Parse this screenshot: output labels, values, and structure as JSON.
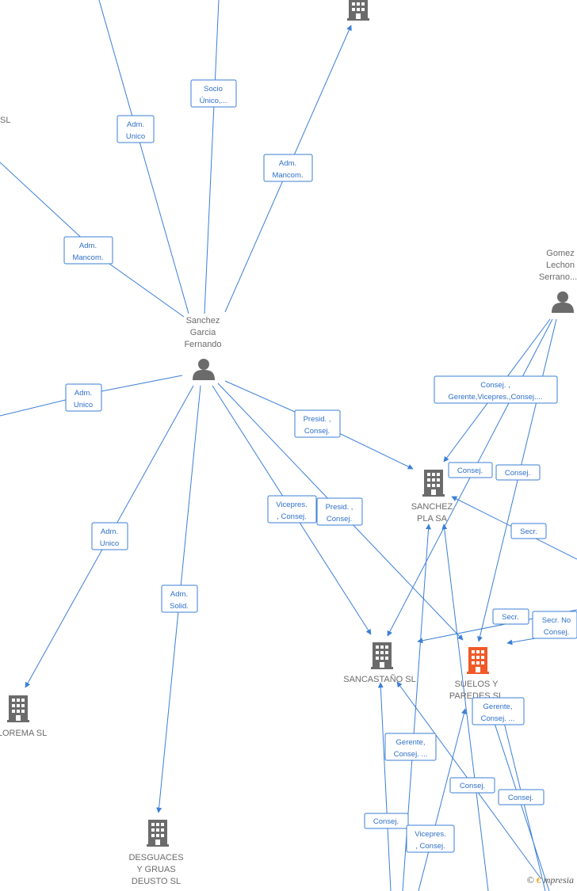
{
  "colors": {
    "edge": "#3b7fd6",
    "company_icon": "#6b6b6b",
    "company_highlight": "#f05a28",
    "person_icon": "#6b6b6b",
    "label_text": "#6b6b6b",
    "box_border": "#3b7fd6",
    "box_text": "#2f6fc9"
  },
  "nodes": [
    {
      "id": "sanchez_garcia",
      "type": "person",
      "icon": "person-icon",
      "label": [
        "Sanchez",
        "Garcia",
        "Fernando"
      ]
    },
    {
      "id": "gomez_lechon",
      "type": "person",
      "icon": "person-icon",
      "label": [
        "Gomez",
        "Lechon",
        "Serrano..."
      ]
    },
    {
      "id": "top_company",
      "type": "company",
      "icon": "building-icon",
      "label": []
    },
    {
      "id": "sanchez_pla",
      "type": "company",
      "icon": "building-icon",
      "label": [
        "SANCHEZ",
        "PLA SA"
      ]
    },
    {
      "id": "sancastano",
      "type": "company",
      "icon": "building-icon",
      "label": [
        "SANCASTAÑO SL"
      ]
    },
    {
      "id": "suelos_paredes",
      "type": "company",
      "icon": "building-icon",
      "highlight": true,
      "label": [
        "SUELOS Y",
        "PAREDES SL"
      ]
    },
    {
      "id": "lorema",
      "type": "company",
      "icon": "building-icon",
      "label": [
        "LOREMA SL"
      ]
    },
    {
      "id": "desguaces",
      "type": "company",
      "icon": "building-icon",
      "label": [
        "DESGUACES",
        "Y GRUAS",
        "DEUSTO SL"
      ]
    },
    {
      "id": "left_sl",
      "type": "text",
      "label": [
        "SL"
      ]
    }
  ],
  "edge_labels": [
    {
      "id": "socio_unico",
      "lines": [
        "Socio",
        "Único,..."
      ]
    },
    {
      "id": "adm_unico_top",
      "lines": [
        "Adm.",
        "Unico"
      ]
    },
    {
      "id": "adm_mancom_top",
      "lines": [
        "Adm.",
        "Mancom."
      ]
    },
    {
      "id": "adm_mancom_left",
      "lines": [
        "Adm.",
        "Mancom."
      ]
    },
    {
      "id": "adm_unico_left",
      "lines": [
        "Adm.",
        "Unico"
      ]
    },
    {
      "id": "presid_consej_1",
      "lines": [
        "Presid. ,",
        "Consej."
      ]
    },
    {
      "id": "vicepres_consej_1",
      "lines": [
        "Vicepres.",
        ", Consej."
      ]
    },
    {
      "id": "presid_consej_2",
      "lines": [
        "Presid. ,",
        "Consej."
      ]
    },
    {
      "id": "adm_unico_lorema",
      "lines": [
        "Adm.",
        "Unico"
      ]
    },
    {
      "id": "adm_solid",
      "lines": [
        "Adm.",
        "Solid."
      ]
    },
    {
      "id": "consej_gerente",
      "lines": [
        "Consej. ,",
        "Gerente,Vicepres.,Consej...."
      ]
    },
    {
      "id": "consej_a",
      "lines": [
        "Consej."
      ]
    },
    {
      "id": "consej_b",
      "lines": [
        "Consej."
      ]
    },
    {
      "id": "secr_a",
      "lines": [
        "Secr."
      ]
    },
    {
      "id": "secr_b",
      "lines": [
        "Secr."
      ]
    },
    {
      "id": "secr_no_consej",
      "lines": [
        "Secr.  No",
        "Consej."
      ]
    },
    {
      "id": "gerente_consej_a",
      "lines": [
        "Gerente,",
        "Consej. ..."
      ]
    },
    {
      "id": "gerente_consej_b",
      "lines": [
        "Gerente,",
        "Consej. ..."
      ]
    },
    {
      "id": "consej_c",
      "lines": [
        "Consej."
      ]
    },
    {
      "id": "consej_d",
      "lines": [
        "Consej."
      ]
    },
    {
      "id": "consej_e",
      "lines": [
        "Consej."
      ]
    },
    {
      "id": "vicepres_consej_2",
      "lines": [
        "Vicepres.",
        ", Consej."
      ]
    }
  ],
  "brand": {
    "copyright": "©",
    "e": "€",
    "rest": "mpresia"
  }
}
